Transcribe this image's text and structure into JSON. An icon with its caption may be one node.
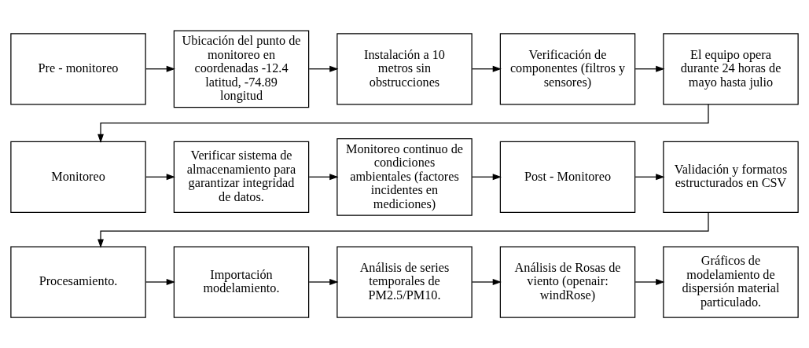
{
  "diagram": {
    "nodes": [
      {
        "text": [
          "Pre - monitoreo"
        ]
      },
      {
        "text": [
          "Ubicación del punto de monitoreo en coordenadas -12.4 latitud, -74.89 longitud"
        ]
      },
      {
        "text": [
          "Instalación a 10 metros sin obstrucciones"
        ]
      },
      {
        "text": [
          "Verificación de componentes (filtros y sensores)"
        ]
      },
      {
        "text": [
          "El equipo opera durante 24 horas de mayo hasta julio"
        ]
      },
      {
        "text": [
          "Monitoreo"
        ]
      },
      {
        "text": [
          "Verificar sistema de almacenamiento para garantizar integridad de datos."
        ]
      },
      {
        "text": [
          "Monitoreo continuo de condiciones ambientales (factores incidentes en mediciones)"
        ]
      },
      {
        "text": [
          "Post - Monitoreo"
        ]
      },
      {
        "text": [
          "Validación y formatos estructurados en CSV"
        ]
      },
      {
        "text": [
          "Procesamiento."
        ]
      },
      {
        "text": [
          "Importación modelamiento."
        ]
      },
      {
        "text": [
          "Análisis de series temporales de PM2.5/PM10."
        ]
      },
      {
        "text": [
          "Análisis de Rosas de viento (openair: windRose)"
        ]
      },
      {
        "text": [
          "Gráficos de modelamiento de dispersión material particulado."
        ]
      }
    ],
    "edges": [
      {
        "from": 0,
        "to": 1,
        "arrow": "to"
      },
      {
        "from": 1,
        "to": 2,
        "arrow": "to"
      },
      {
        "from": 2,
        "to": 3,
        "arrow": "to"
      },
      {
        "from": 3,
        "to": 4,
        "arrow": "to"
      },
      {
        "from": 4,
        "to": 5,
        "arrow": "to"
      },
      {
        "from": 5,
        "to": 6,
        "arrow": "to"
      },
      {
        "from": 6,
        "to": 7,
        "arrow": "to"
      },
      {
        "from": 7,
        "to": 8,
        "arrow": "to"
      },
      {
        "from": 8,
        "to": 9,
        "arrow": "to"
      },
      {
        "from": 9,
        "to": 10,
        "arrow": "to"
      },
      {
        "from": 10,
        "to": 11,
        "arrow": "to"
      },
      {
        "from": 11,
        "to": 12,
        "arrow": "to"
      },
      {
        "from": 12,
        "to": 13,
        "arrow": "to"
      },
      {
        "from": 13,
        "to": 14,
        "arrow": "to"
      }
    ]
  }
}
